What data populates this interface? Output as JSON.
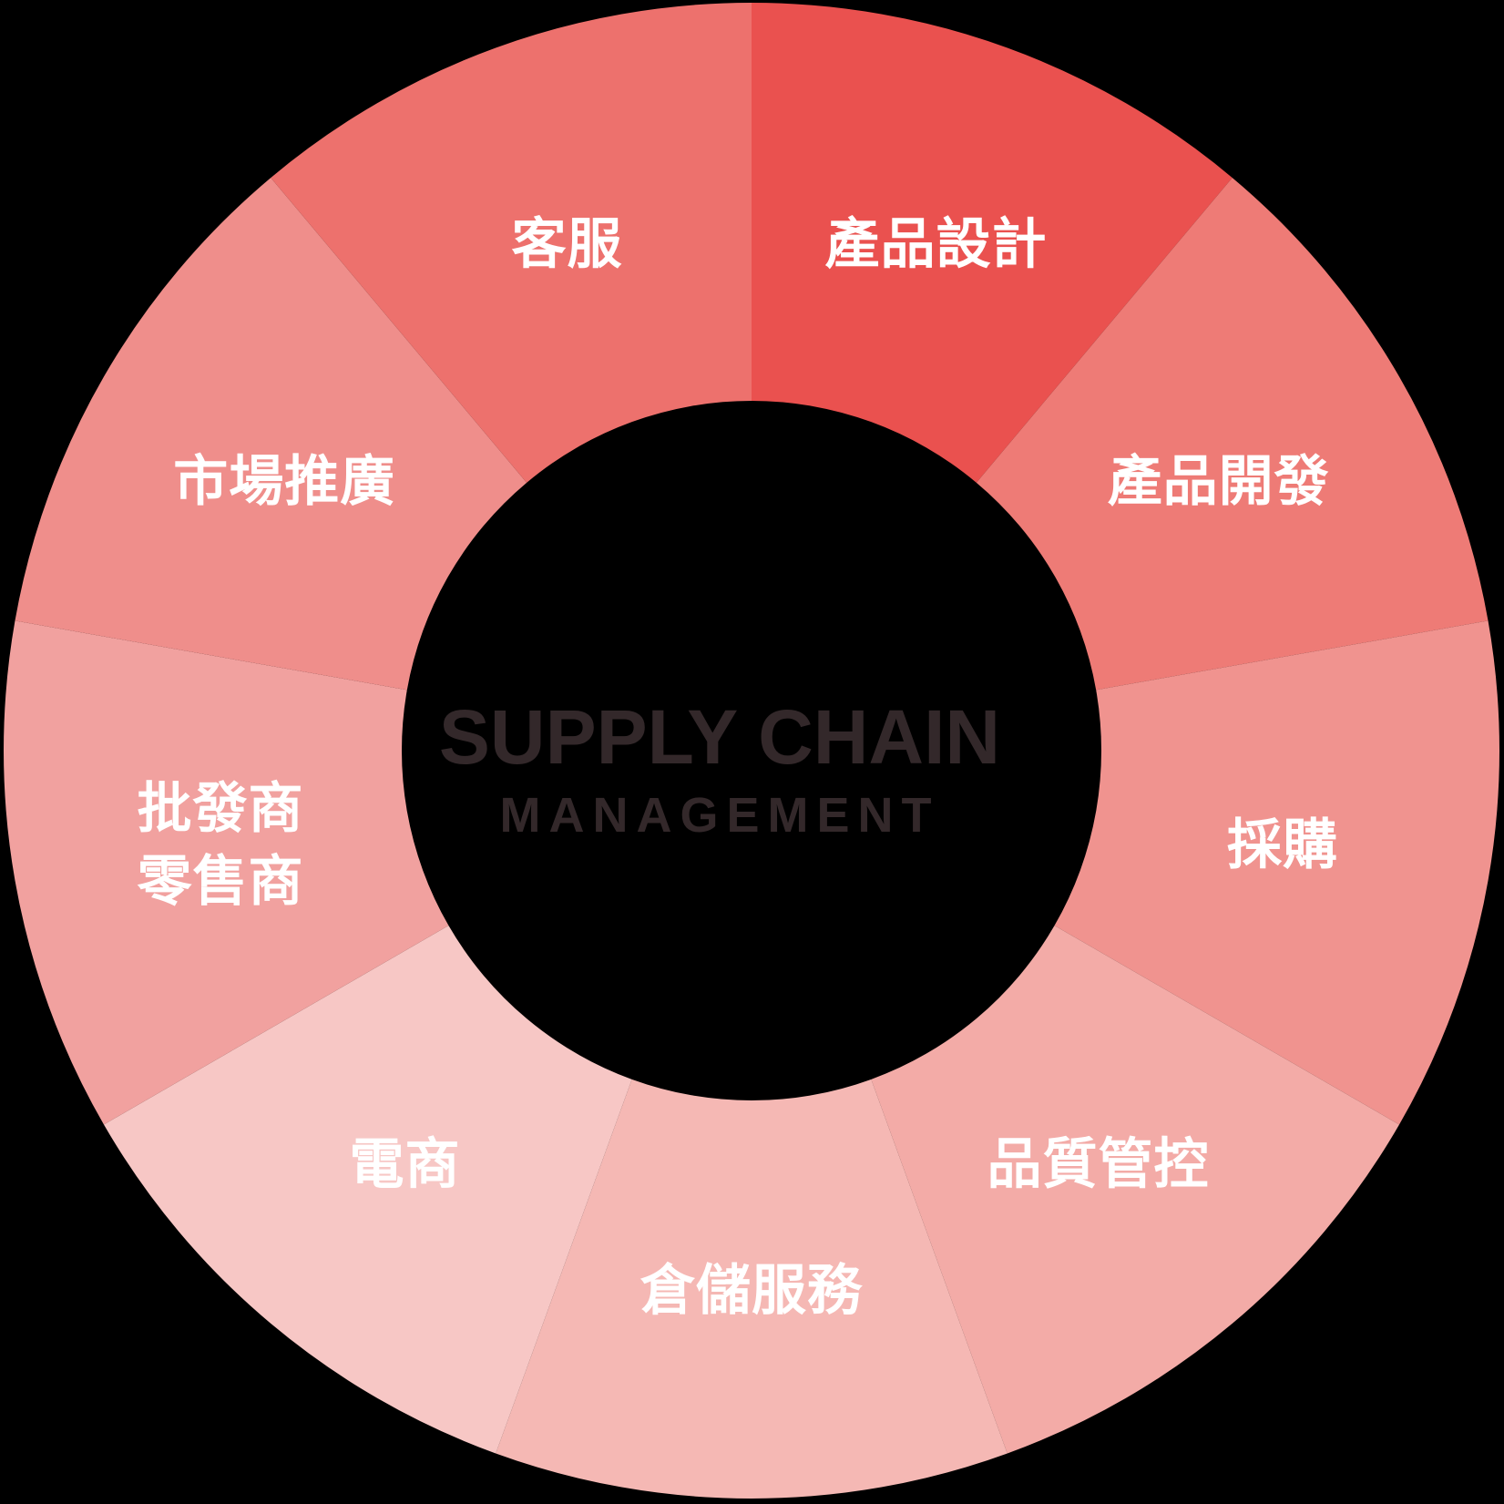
{
  "chart_data": {
    "type": "pie",
    "variant": "donut",
    "title": "SUPPLY CHAIN",
    "subtitle": "MANAGEMENT",
    "start_angle_deg": 0,
    "direction": "clockwise",
    "segment_angle_deg": 40,
    "background_color": "#000000",
    "center_text_color": "#33282a",
    "label_color": "#ffffff",
    "segments": [
      {
        "name": "product-design",
        "label": "產品設計",
        "value": 1,
        "color": "#ea514f"
      },
      {
        "name": "product-development",
        "label": "產品開發",
        "value": 1,
        "color": "#ee7b76"
      },
      {
        "name": "procurement",
        "label": "採購",
        "value": 1,
        "color": "#f0938f"
      },
      {
        "name": "quality-control",
        "label": "品質管控",
        "value": 1,
        "color": "#f3aba7"
      },
      {
        "name": "warehousing-service",
        "label": "倉儲服務",
        "value": 1,
        "color": "#f5b8b4"
      },
      {
        "name": "ecommerce",
        "label": "電商",
        "value": 1,
        "color": "#f7c7c5"
      },
      {
        "name": "wholesaler-retailer",
        "label": "批發商\n零售商",
        "value": 1,
        "color": "#f1a19f"
      },
      {
        "name": "marketing",
        "label": "市場推廣",
        "value": 1,
        "color": "#ef8e8b"
      },
      {
        "name": "customer-service",
        "label": "客服",
        "value": 1,
        "color": "#ed716d"
      }
    ]
  }
}
